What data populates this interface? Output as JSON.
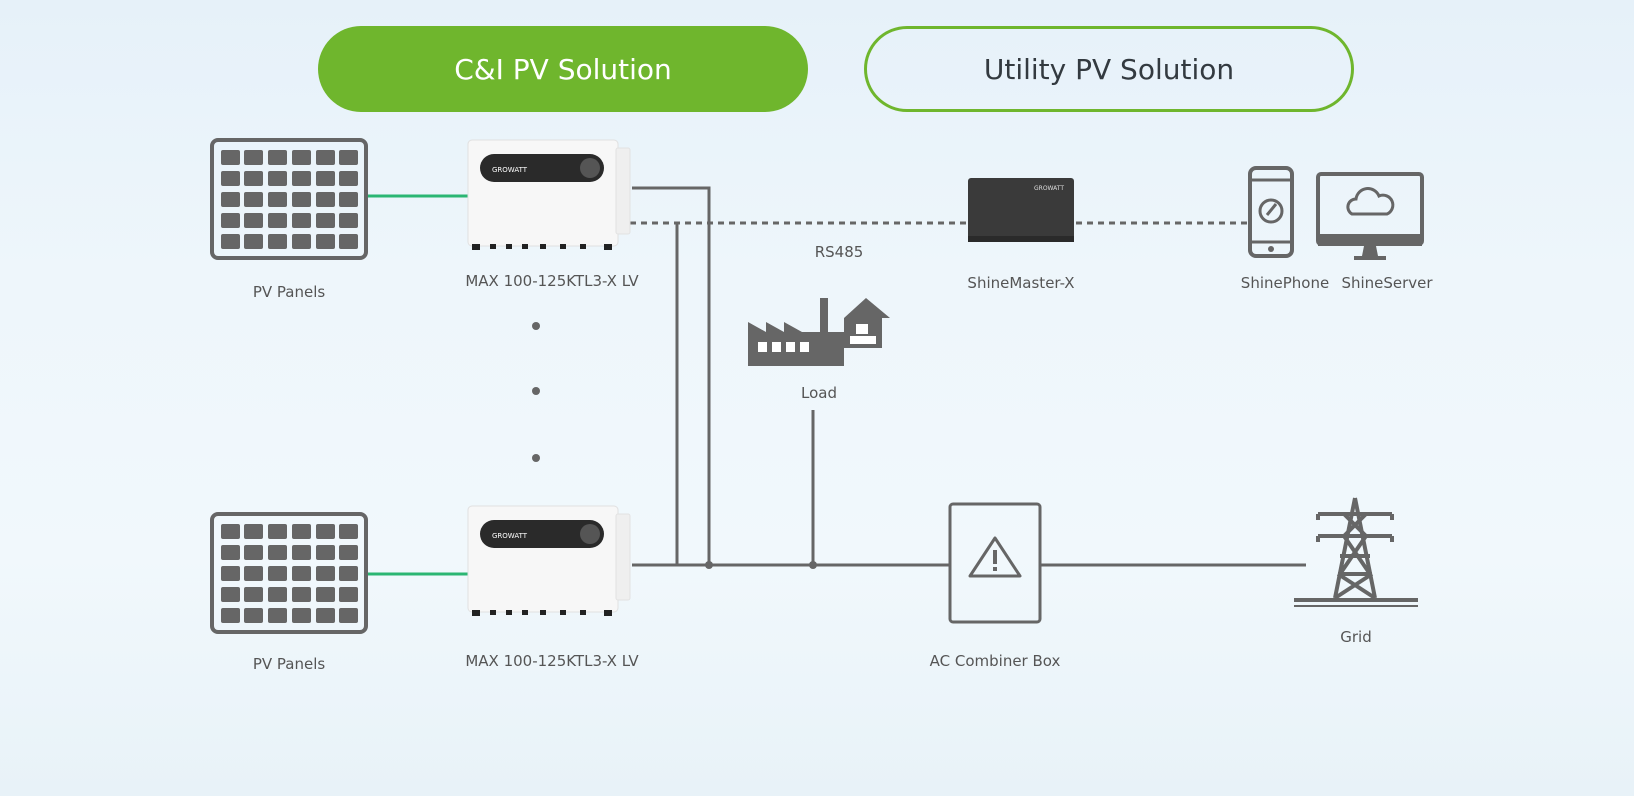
{
  "tabs": {
    "active_label": "C&I PV Solution",
    "inactive_label": "Utility PV Solution"
  },
  "diagram": {
    "pv_panels_top": "PV Panels",
    "pv_panels_bottom": "PV Panels",
    "inverter_top": "MAX 100-125KTL3-X LV",
    "inverter_bottom": "MAX 100-125KTL3-X LV",
    "inverter_brand": "GROWATT",
    "rs485": "RS485",
    "shinemaster": "ShineMaster-X",
    "shinemaster_brand": "GROWATT",
    "shinephone": "ShinePhone",
    "shineserver": "ShineServer",
    "load": "Load",
    "ac_combiner": "AC Combiner Box",
    "grid": "Grid"
  },
  "colors": {
    "accent": "#6fb62d",
    "dc_line": "#2bb673",
    "ac_line": "#666666",
    "icon": "#666666"
  }
}
